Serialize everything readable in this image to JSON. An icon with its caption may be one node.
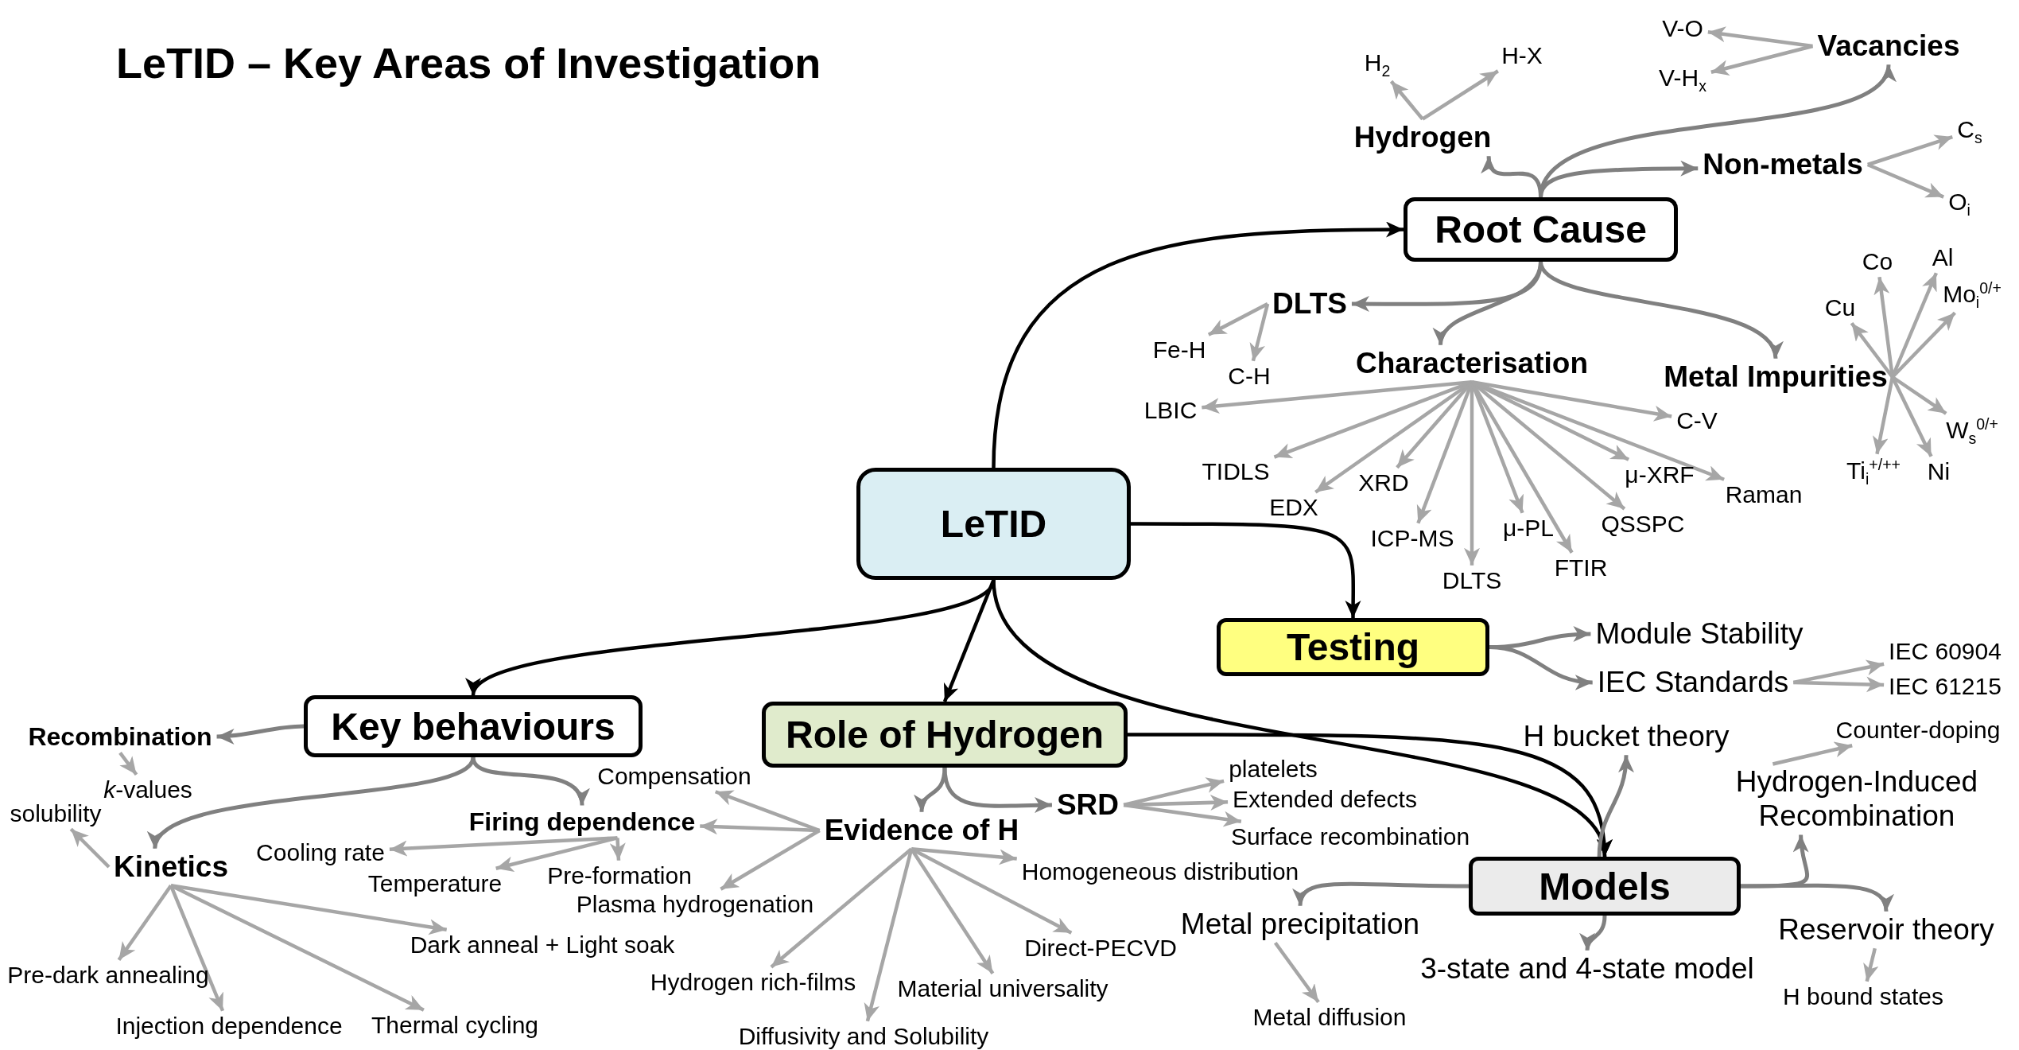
{
  "diagram": {
    "title": "LeTID – Key Areas of Investigation",
    "nodes": [
      {
        "text": [
          "LeTID"
        ]
      },
      {
        "text": [
          "Root Cause"
        ]
      },
      {
        "text": [
          "Hydrogen"
        ]
      },
      {
        "text": [
          "H$_{2}$"
        ]
      },
      {
        "text": [
          "H-X"
        ]
      },
      {
        "text": [
          "Vacancies"
        ]
      },
      {
        "text": [
          "V-O"
        ]
      },
      {
        "text": [
          "V-H$_{x}$"
        ]
      },
      {
        "text": [
          "Non-metals"
        ]
      },
      {
        "text": [
          "C$_{s}$"
        ]
      },
      {
        "text": [
          "O$_{i}$"
        ]
      },
      {
        "text": [
          "DLTS"
        ]
      },
      {
        "text": [
          "Fe-H"
        ]
      },
      {
        "text": [
          "C-H"
        ]
      },
      {
        "text": [
          "Characterisation"
        ]
      },
      {
        "text": [
          "LBIC"
        ]
      },
      {
        "text": [
          "TIDLS"
        ]
      },
      {
        "text": [
          "EDX"
        ]
      },
      {
        "text": [
          "XRD"
        ]
      },
      {
        "text": [
          "ICP-MS"
        ]
      },
      {
        "text": [
          "DLTS"
        ]
      },
      {
        "text": [
          "μ-PL"
        ]
      },
      {
        "text": [
          "FTIR"
        ]
      },
      {
        "text": [
          "QSSPC"
        ]
      },
      {
        "text": [
          "μ-XRF"
        ]
      },
      {
        "text": [
          "C-V"
        ]
      },
      {
        "text": [
          "Raman"
        ]
      },
      {
        "text": [
          "Metal Impurities"
        ]
      },
      {
        "text": [
          "Co"
        ]
      },
      {
        "text": [
          "Al"
        ]
      },
      {
        "text": [
          "Cu"
        ]
      },
      {
        "text": [
          "Mo$_{i}$$^{0/+}$"
        ]
      },
      {
        "text": [
          "W$_{s}$$^{0/+}$"
        ]
      },
      {
        "text": [
          "Ti$_{i}$$^{+/++}$"
        ]
      },
      {
        "text": [
          "Ni"
        ]
      },
      {
        "text": [
          "Testing"
        ]
      },
      {
        "text": [
          "Module Stability"
        ]
      },
      {
        "text": [
          "IEC Standards"
        ]
      },
      {
        "text": [
          "IEC 60904"
        ]
      },
      {
        "text": [
          "IEC 61215"
        ]
      },
      {
        "text": [
          "Key behaviours"
        ]
      },
      {
        "text": [
          "Recombination"
        ]
      },
      {
        "text": [
          "*k*-values"
        ]
      },
      {
        "text": [
          "solubility"
        ]
      },
      {
        "text": [
          "Kinetics"
        ]
      },
      {
        "text": [
          "Firing dependence"
        ]
      },
      {
        "text": [
          "Cooling rate"
        ]
      },
      {
        "text": [
          "Temperature"
        ]
      },
      {
        "text": [
          "Pre-formation"
        ]
      },
      {
        "text": [
          "Pre-dark annealing"
        ]
      },
      {
        "text": [
          "Injection dependence"
        ]
      },
      {
        "text": [
          "Thermal cycling"
        ]
      },
      {
        "text": [
          "Dark anneal + Light soak"
        ]
      },
      {
        "text": [
          "Role of Hydrogen"
        ]
      },
      {
        "text": [
          "Compensation"
        ]
      },
      {
        "text": [
          "Plasma hydrogenation"
        ]
      },
      {
        "text": [
          "Evidence of H"
        ]
      },
      {
        "text": [
          "SRD"
        ]
      },
      {
        "text": [
          "platelets"
        ]
      },
      {
        "text": [
          "Extended defects"
        ]
      },
      {
        "text": [
          "Surface recombination"
        ]
      },
      {
        "text": [
          "Homogeneous distribution"
        ]
      },
      {
        "text": [
          "Direct-PECVD"
        ]
      },
      {
        "text": [
          "Material universality"
        ]
      },
      {
        "text": [
          "Hydrogen rich-films"
        ]
      },
      {
        "text": [
          "Diffusivity and Solubility"
        ]
      },
      {
        "text": [
          "Models"
        ]
      },
      {
        "text": [
          "H bucket theory"
        ]
      },
      {
        "text": [
          "Hydrogen-Induced Recombination"
        ]
      },
      {
        "text": [
          "Counter-doping"
        ]
      },
      {
        "text": [
          "Metal precipitation"
        ]
      },
      {
        "text": [
          "Metal diffusion"
        ]
      },
      {
        "text": [
          "3-state and 4-state model"
        ]
      },
      {
        "text": [
          "Reservoir theory"
        ]
      },
      {
        "text": [
          "H bound states"
        ]
      }
    ],
    "edges": [
      {
        "from": 0,
        "to": 1,
        "arrow": "to",
        "color": "#000000"
      },
      {
        "from": 0,
        "to": 35,
        "arrow": "to",
        "color": "#000000"
      },
      {
        "from": 0,
        "to": 40,
        "arrow": "to",
        "color": "#000000"
      },
      {
        "from": 0,
        "to": 53,
        "arrow": "to",
        "color": "#000000"
      },
      {
        "from": 0,
        "to": 66,
        "arrow": "to",
        "color": "#000000"
      },
      {
        "from": 53,
        "to": 66,
        "arrow": "to",
        "color": "#000000"
      },
      {
        "from": 1,
        "to": 2,
        "arrow": "to",
        "color": "#808080"
      },
      {
        "from": 1,
        "to": 5,
        "arrow": "to",
        "color": "#808080"
      },
      {
        "from": 1,
        "to": 8,
        "arrow": "to",
        "color": "#808080"
      },
      {
        "from": 1,
        "to": 11,
        "arrow": "to",
        "color": "#808080"
      },
      {
        "from": 1,
        "to": 14,
        "arrow": "to",
        "color": "#808080"
      },
      {
        "from": 1,
        "to": 27,
        "arrow": "to",
        "color": "#808080"
      },
      {
        "from": 2,
        "to": 3,
        "arrow": "to"
      },
      {
        "from": 2,
        "to": 4,
        "arrow": "to"
      },
      {
        "from": 5,
        "to": 6,
        "arrow": "to"
      },
      {
        "from": 5,
        "to": 7,
        "arrow": "to"
      },
      {
        "from": 8,
        "to": 9,
        "arrow": "to"
      },
      {
        "from": 8,
        "to": 10,
        "arrow": "to"
      },
      {
        "from": 11,
        "to": 12,
        "arrow": "to"
      },
      {
        "from": 11,
        "to": 13,
        "arrow": "to"
      },
      {
        "from": 14,
        "to": 15,
        "arrow": "to"
      },
      {
        "from": 14,
        "to": 16,
        "arrow": "to"
      },
      {
        "from": 14,
        "to": 17,
        "arrow": "to"
      },
      {
        "from": 14,
        "to": 18,
        "arrow": "to"
      },
      {
        "from": 14,
        "to": 19,
        "arrow": "to"
      },
      {
        "from": 14,
        "to": 20,
        "arrow": "to"
      },
      {
        "from": 14,
        "to": 21,
        "arrow": "to"
      },
      {
        "from": 14,
        "to": 22,
        "arrow": "to"
      },
      {
        "from": 14,
        "to": 23,
        "arrow": "to"
      },
      {
        "from": 14,
        "to": 24,
        "arrow": "to"
      },
      {
        "from": 14,
        "to": 25,
        "arrow": "to"
      },
      {
        "from": 14,
        "to": 26,
        "arrow": "to"
      },
      {
        "from": 27,
        "to": 28,
        "arrow": "to"
      },
      {
        "from": 27,
        "to": 29,
        "arrow": "to"
      },
      {
        "from": 27,
        "to": 30,
        "arrow": "to"
      },
      {
        "from": 27,
        "to": 31,
        "arrow": "to"
      },
      {
        "from": 27,
        "to": 32,
        "arrow": "to"
      },
      {
        "from": 27,
        "to": 33,
        "arrow": "to"
      },
      {
        "from": 27,
        "to": 34,
        "arrow": "to"
      },
      {
        "from": 35,
        "to": 36,
        "arrow": "to",
        "color": "#808080"
      },
      {
        "from": 35,
        "to": 37,
        "arrow": "to",
        "color": "#808080"
      },
      {
        "from": 37,
        "to": 38,
        "arrow": "to"
      },
      {
        "from": 37,
        "to": 39,
        "arrow": "to"
      },
      {
        "from": 40,
        "to": 41,
        "arrow": "to",
        "color": "#808080"
      },
      {
        "from": 40,
        "to": 44,
        "arrow": "to",
        "color": "#808080"
      },
      {
        "from": 40,
        "to": 45,
        "arrow": "to",
        "color": "#808080"
      },
      {
        "from": 41,
        "to": 42,
        "arrow": "to"
      },
      {
        "from": 44,
        "to": 43,
        "arrow": "to"
      },
      {
        "from": 44,
        "to": 49,
        "arrow": "to"
      },
      {
        "from": 44,
        "to": 50,
        "arrow": "to"
      },
      {
        "from": 44,
        "to": 51,
        "arrow": "to"
      },
      {
        "from": 44,
        "to": 52,
        "arrow": "to"
      },
      {
        "from": 45,
        "to": 46,
        "arrow": "to"
      },
      {
        "from": 45,
        "to": 47,
        "arrow": "to"
      },
      {
        "from": 45,
        "to": 48,
        "arrow": "to"
      },
      {
        "from": 53,
        "to": 56,
        "arrow": "to",
        "color": "#808080"
      },
      {
        "from": 53,
        "to": 57,
        "arrow": "to",
        "color": "#808080"
      },
      {
        "from": 56,
        "to": 54,
        "arrow": "to"
      },
      {
        "from": 56,
        "to": 45,
        "arrow": "to"
      },
      {
        "from": 56,
        "to": 55,
        "arrow": "to"
      },
      {
        "from": 56,
        "to": 61,
        "arrow": "to"
      },
      {
        "from": 56,
        "to": 62,
        "arrow": "to"
      },
      {
        "from": 56,
        "to": 63,
        "arrow": "to"
      },
      {
        "from": 56,
        "to": 64,
        "arrow": "to"
      },
      {
        "from": 56,
        "to": 65,
        "arrow": "to"
      },
      {
        "from": 57,
        "to": 58,
        "arrow": "to"
      },
      {
        "from": 57,
        "to": 59,
        "arrow": "to"
      },
      {
        "from": 57,
        "to": 60,
        "arrow": "to"
      },
      {
        "from": 66,
        "to": 67,
        "arrow": "to",
        "color": "#808080"
      },
      {
        "from": 66,
        "to": 68,
        "arrow": "to",
        "color": "#808080"
      },
      {
        "from": 66,
        "to": 70,
        "arrow": "to",
        "color": "#808080"
      },
      {
        "from": 66,
        "to": 72,
        "arrow": "to",
        "color": "#808080"
      },
      {
        "from": 66,
        "to": 73,
        "arrow": "to",
        "color": "#808080"
      },
      {
        "from": 68,
        "to": 69,
        "arrow": "to"
      },
      {
        "from": 70,
        "to": 71,
        "arrow": "to"
      },
      {
        "from": 73,
        "to": 74,
        "arrow": "to"
      }
    ]
  }
}
